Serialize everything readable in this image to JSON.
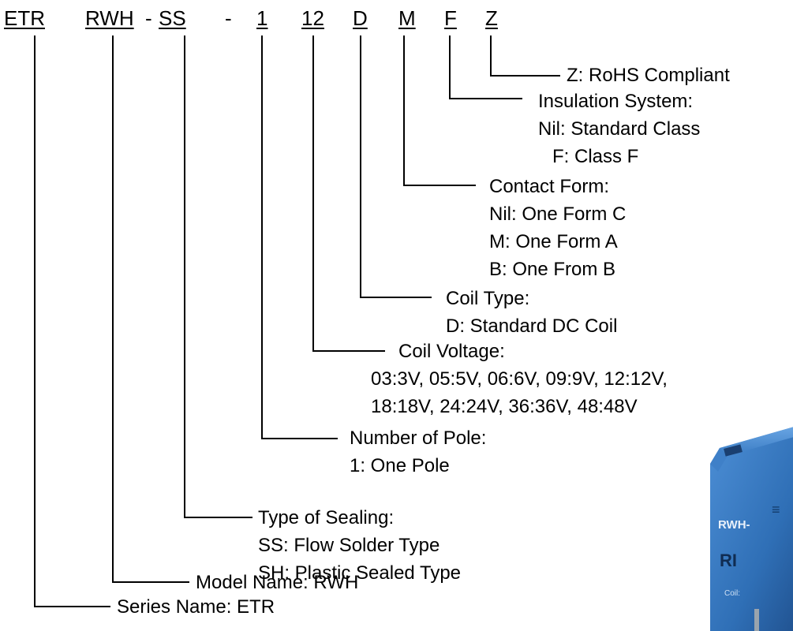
{
  "code": {
    "series": "ETR",
    "model": "RWH",
    "dash1": "-",
    "sealing": "SS",
    "dash2": "-",
    "poles": "1",
    "voltage": "12",
    "coil_type": "D",
    "contact": "M",
    "insulation": "F",
    "rohs": "Z"
  },
  "labels": {
    "rohs": "Z: RoHS Compliant",
    "insulation": [
      "Insulation System:",
      "Nil: Standard Class",
      "F: Class F"
    ],
    "contact": [
      "Contact Form:",
      "Nil: One Form C",
      "M: One Form A",
      "B: One From B"
    ],
    "coil_type": [
      "Coil Type:",
      "D: Standard DC Coil"
    ],
    "voltage": [
      "Coil Voltage:",
      "03:3V, 05:5V, 06:6V, 09:9V, 12:12V,",
      "18:18V, 24:24V, 36:36V, 48:48V"
    ],
    "poles": [
      "Number of Pole:",
      "1: One Pole"
    ],
    "sealing": [
      "Type of Sealing:",
      "SS: Flow Solder Type",
      "SH: Plastic Sealed Type"
    ],
    "model": "Model Name: RWH",
    "series": "Series Name: ETR"
  },
  "relay_image": {
    "model_print": "RWH-",
    "ul_mark": "RI",
    "coil_print": "Coil:"
  },
  "colors": {
    "relay_blue": "#2f6fb6",
    "relay_blue_dark": "#1f4f8c"
  }
}
